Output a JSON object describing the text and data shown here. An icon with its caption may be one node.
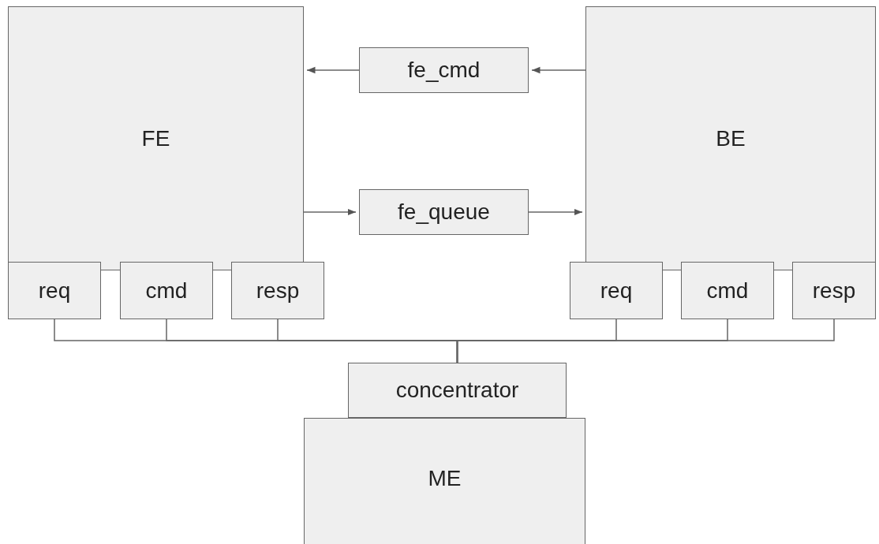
{
  "diagram": {
    "nodes": [
      {
        "text": [
          "FE"
        ]
      },
      {
        "text": [
          "fe_cmd"
        ]
      },
      {
        "text": [
          "BE"
        ]
      },
      {
        "text": [
          "fe_queue"
        ]
      },
      {
        "text": [
          "req"
        ]
      },
      {
        "text": [
          "cmd"
        ]
      },
      {
        "text": [
          "resp"
        ]
      },
      {
        "text": [
          "req"
        ]
      },
      {
        "text": [
          "cmd"
        ]
      },
      {
        "text": [
          "resp"
        ]
      },
      {
        "text": [
          "concentrator"
        ]
      },
      {
        "text": [
          "ME"
        ]
      }
    ],
    "edges": [
      {
        "from": 2,
        "to": 1,
        "arrow": "to"
      },
      {
        "from": 1,
        "to": 0,
        "arrow": "to"
      },
      {
        "from": 0,
        "to": 3,
        "arrow": "to"
      },
      {
        "from": 3,
        "to": 2,
        "arrow": "to"
      },
      {
        "from": 4,
        "to": 10,
        "arrow": "none"
      },
      {
        "from": 5,
        "to": 10,
        "arrow": "none"
      },
      {
        "from": 6,
        "to": 10,
        "arrow": "none"
      },
      {
        "from": 7,
        "to": 10,
        "arrow": "none"
      },
      {
        "from": 8,
        "to": 10,
        "arrow": "none"
      },
      {
        "from": 9,
        "to": 10,
        "arrow": "none"
      }
    ]
  }
}
